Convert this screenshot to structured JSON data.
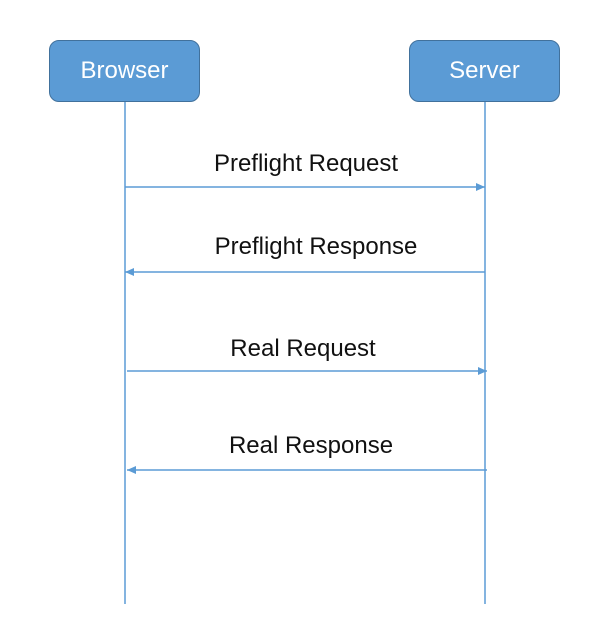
{
  "diagram": {
    "colors": {
      "box_fill": "#5B9BD5",
      "box_border": "#41719C",
      "line": "#5B9BD5",
      "box_text": "#FFFFFF",
      "label_text": "#111111"
    },
    "actors": {
      "browser": {
        "label": "Browser"
      },
      "server": {
        "label": "Server"
      }
    },
    "messages": [
      {
        "label": "Preflight Request",
        "from": "browser",
        "to": "server"
      },
      {
        "label": "Preflight Response",
        "from": "server",
        "to": "browser"
      },
      {
        "label": "Real Request",
        "from": "browser",
        "to": "server"
      },
      {
        "label": "Real Response",
        "from": "server",
        "to": "browser"
      }
    ]
  }
}
